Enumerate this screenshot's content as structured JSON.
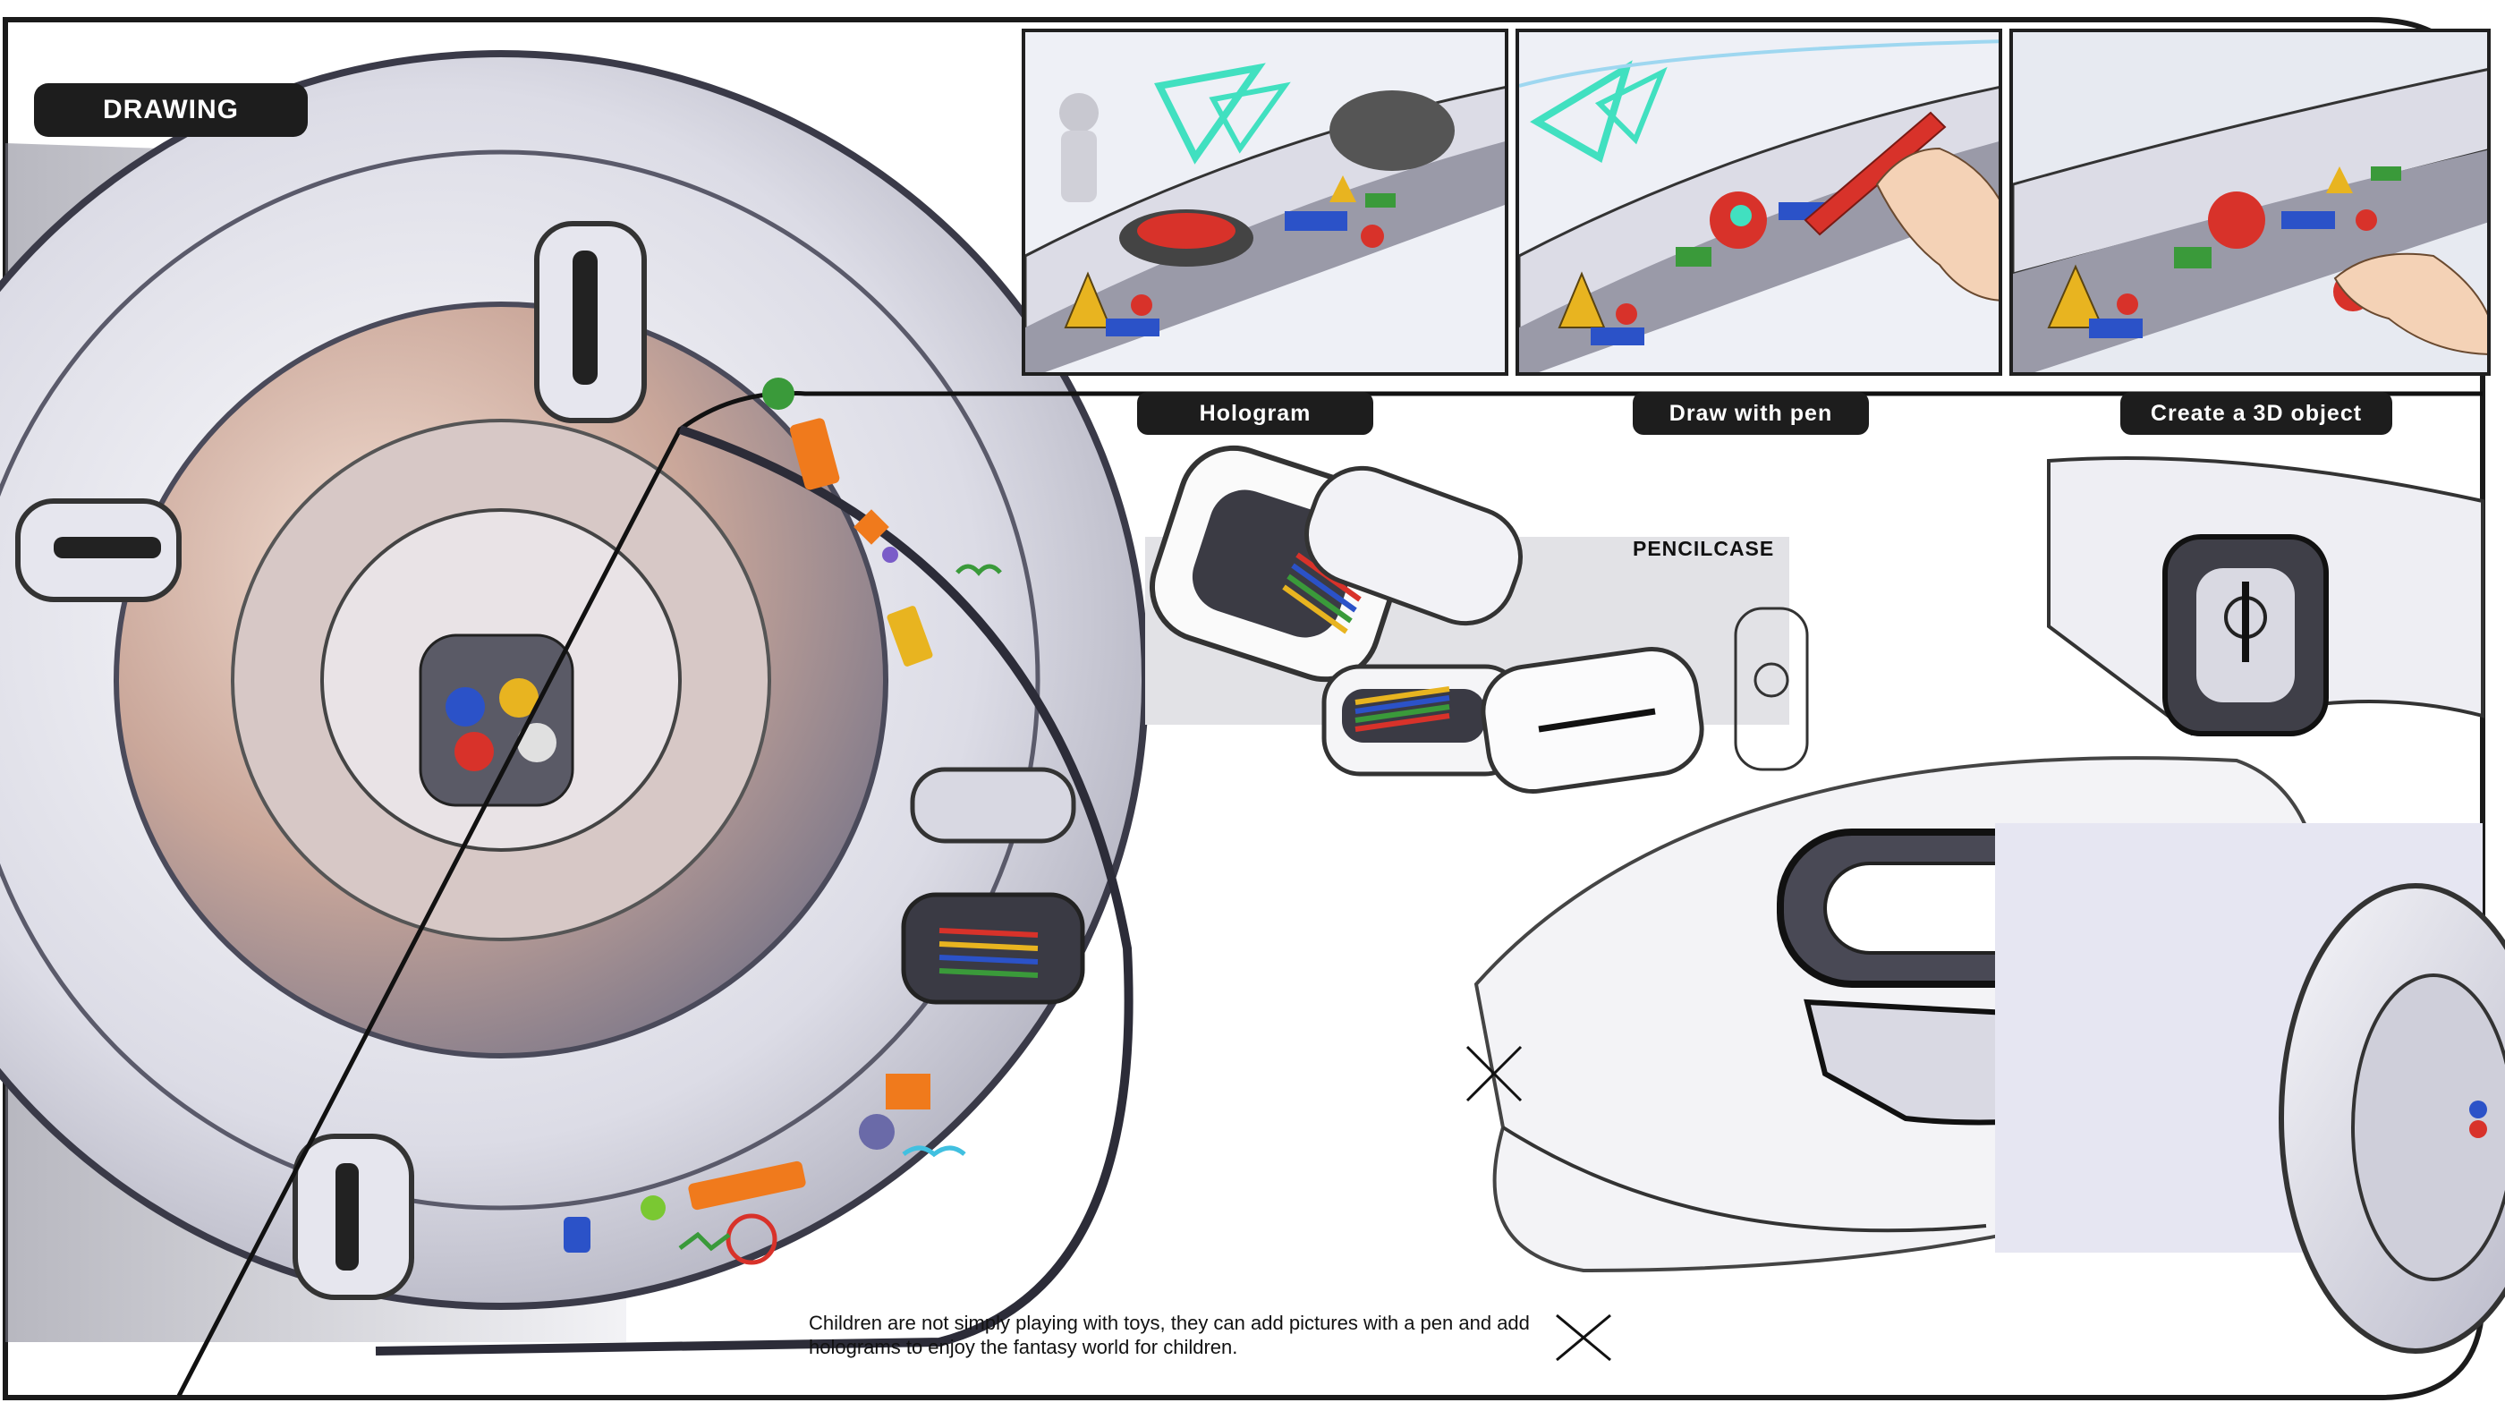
{
  "board": {
    "section_label": "DRAWING",
    "feature_labels": [
      "Hologram",
      "Draw with pen",
      "Create a 3D object"
    ],
    "pencilcase_label": "PENCILCASE",
    "description": "Children are not simply playing with toys, they can add pictures with a pen and add holograms to enjoy the fantasy world for children."
  },
  "colors": {
    "frame": "#1b1b1b",
    "pill_background": "#1d1d1d",
    "pill_text": "#ffffff",
    "hologram_glow": "#41e0c0",
    "toy_orange": "#f07a1c",
    "toy_blue": "#2b52c8",
    "toy_red": "#d8322a",
    "toy_green": "#3a9a3a",
    "toy_yellow": "#e8b420"
  },
  "icons": [
    "pen-icon",
    "hand-icon",
    "hologram-triangle-icon",
    "pyramid-toy-icon",
    "sphere-toy-icon",
    "pencil-icon"
  ]
}
